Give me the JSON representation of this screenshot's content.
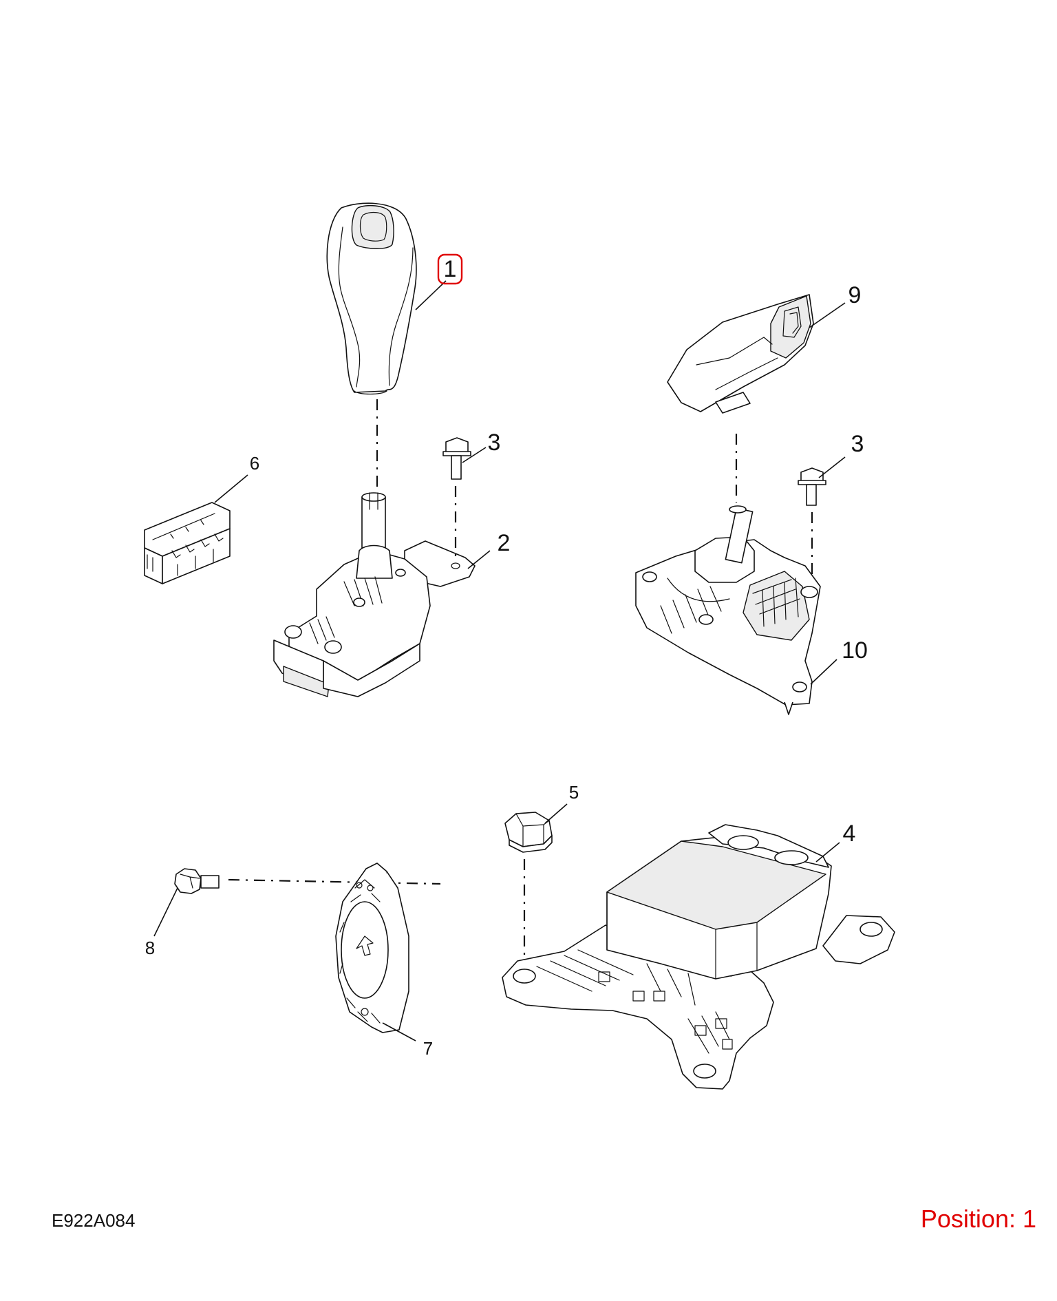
{
  "diagram_code": "E922A084",
  "position_label": "Position: 1",
  "highlight_color": "#e00000",
  "callouts": [
    {
      "id": "1",
      "label": "1",
      "highlighted": true
    },
    {
      "id": "9",
      "label": "9",
      "highlighted": false
    },
    {
      "id": "3a",
      "label": "3",
      "highlighted": false
    },
    {
      "id": "3b",
      "label": "3",
      "highlighted": false
    },
    {
      "id": "6",
      "label": "6",
      "highlighted": false
    },
    {
      "id": "2",
      "label": "2",
      "highlighted": false
    },
    {
      "id": "10",
      "label": "10",
      "highlighted": false
    },
    {
      "id": "5",
      "label": "5",
      "highlighted": false
    },
    {
      "id": "4",
      "label": "4",
      "highlighted": false
    },
    {
      "id": "8",
      "label": "8",
      "highlighted": false
    },
    {
      "id": "7",
      "label": "7",
      "highlighted": false
    }
  ]
}
